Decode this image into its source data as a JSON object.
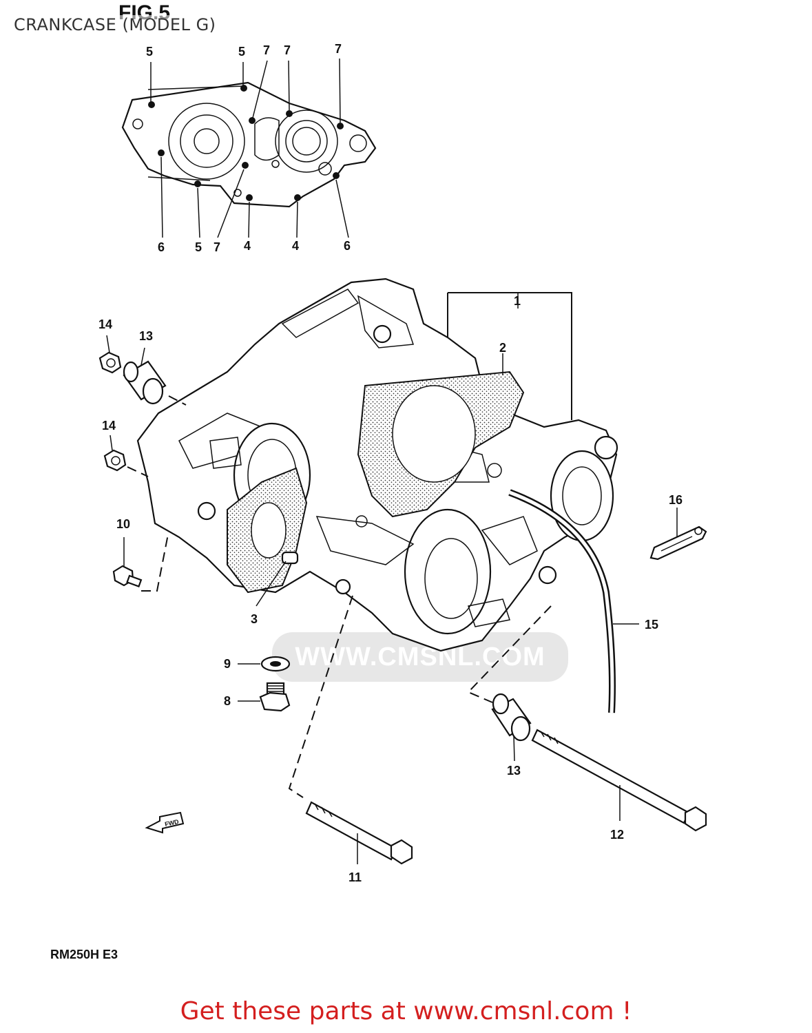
{
  "header": {
    "title": "CRANKCASE (MODEL G)"
  },
  "figure": {
    "title": "FIG.5",
    "model_code": "RM250H E3"
  },
  "watermark": {
    "text": "WWW.CMSNL.COM"
  },
  "footer": {
    "link_text": "Get these parts at www.cmsnl.com !",
    "link_color": "#d41f1f"
  },
  "callouts": {
    "top_5a": "5",
    "top_5b": "5",
    "top_7a": "7",
    "top_7b": "7",
    "top_7c": "7",
    "bot_6a": "6",
    "bot_5": "5",
    "bot_7": "7",
    "bot_4a": "4",
    "bot_4b": "4",
    "bot_6b": "6",
    "p1": "1",
    "p2": "2",
    "p3": "3",
    "p8": "8",
    "p9": "9",
    "p10": "10",
    "p11": "11",
    "p12": "12",
    "p13a": "13",
    "p13b": "13",
    "p14a": "14",
    "p14b": "14",
    "p15": "15",
    "p16": "16"
  },
  "fwd_arrow": {
    "text": "FWD"
  }
}
